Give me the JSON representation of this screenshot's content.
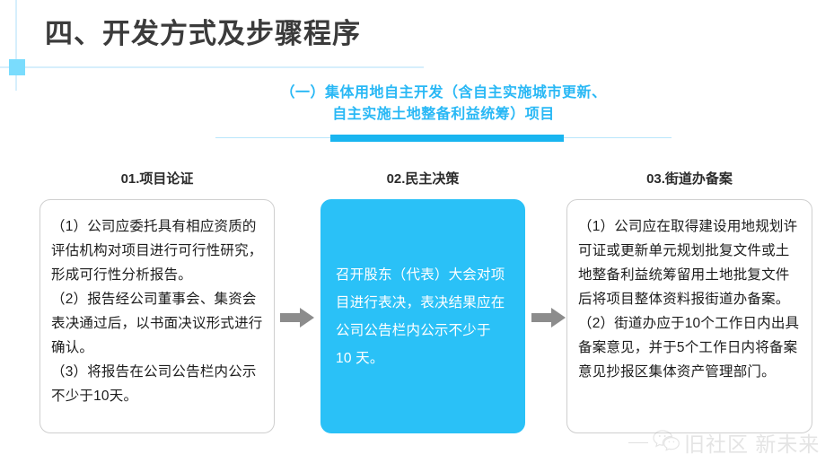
{
  "slide": {
    "title": "四、开发方式及步骤程序",
    "subtitle_line1": "（一）集体用地自主开发（含自主实施城市更新、",
    "subtitle_line2": "自主实施土地整备利益统筹）项目"
  },
  "colors": {
    "accent": "#29b8f5",
    "accent_bold": "#19b5f0",
    "card_blue": "#2ac1f7",
    "deco_light": "#d6effc",
    "deco_square": "#7adcfd",
    "title_text": "#3b3b3b",
    "body_text": "#1c1c1c",
    "card_border": "#cfcfcf",
    "arrow_gray": "#8c8c8c",
    "watermark_gray": "#a8a8a8"
  },
  "steps": [
    {
      "header": "01.项目论证",
      "style": "white",
      "paragraphs": [
        "（1）公司应委托具有相应资质的评估机构对项目进行可行性研究，形成可行性分析报告。",
        "（2）报告经公司董事会、集资会表决通过后，以书面决议形式进行确认。",
        "（3）将报告在公司公告栏内公示不少于10天。"
      ]
    },
    {
      "header": "02.民主决策",
      "style": "blue",
      "paragraphs": [
        "召开股东（代表）大会对项目进行表决，表决结果应在公司公告栏内公示不少于 10 天。"
      ]
    },
    {
      "header": "03.街道办备案",
      "style": "white",
      "paragraphs": [
        "（1）公司应在取得建设用地规划许可证或更新单元规划批复文件或土地整备利益统筹留用土地批复文件后将项目整体资料报街道办备案。",
        "（2）街道办应于10个工作日内出具备案意见，并于5个工作日内将备案意见抄报区集体资产管理部门。"
      ]
    }
  ],
  "arrows": [
    {
      "name": "arrow-step1-to-step2"
    },
    {
      "name": "arrow-step2-to-step3"
    }
  ],
  "watermark": {
    "text": "旧社区 新未来",
    "icon": "wechat-icon"
  }
}
